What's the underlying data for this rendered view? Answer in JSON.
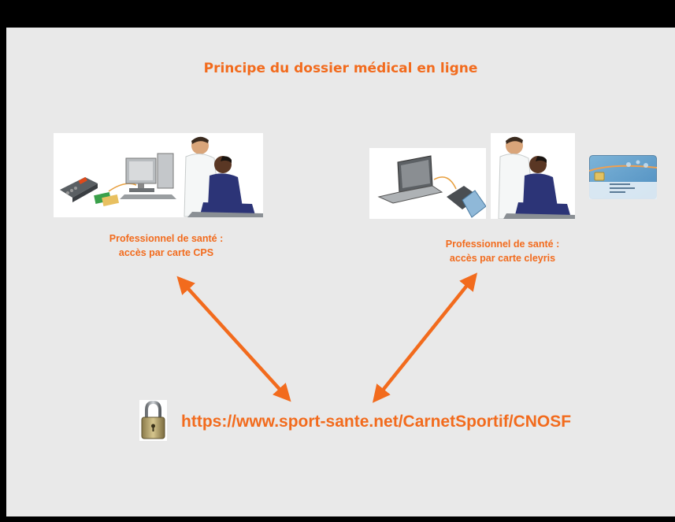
{
  "slide": {
    "title": "Principe du dossier médical en ligne",
    "left_caption_line1": "Professionnel de santé :",
    "left_caption_line2": "accès par carte CPS",
    "right_caption_line1": "Professionnel de santé :",
    "right_caption_line2": "accès par carte cleyris",
    "url": "https://www.sport-sante.net/CarnetSportif/CNOSF"
  },
  "colors": {
    "accent": "#f26b1d",
    "slide_bg": "#e9e9e9",
    "frame": "#000000"
  },
  "icons": {
    "left_image": "card-reader-computer-doctor-patient",
    "right_image": "laptop-reader-doctor-patient",
    "card": "cleyris-health-card",
    "lock": "padlock-icon"
  }
}
